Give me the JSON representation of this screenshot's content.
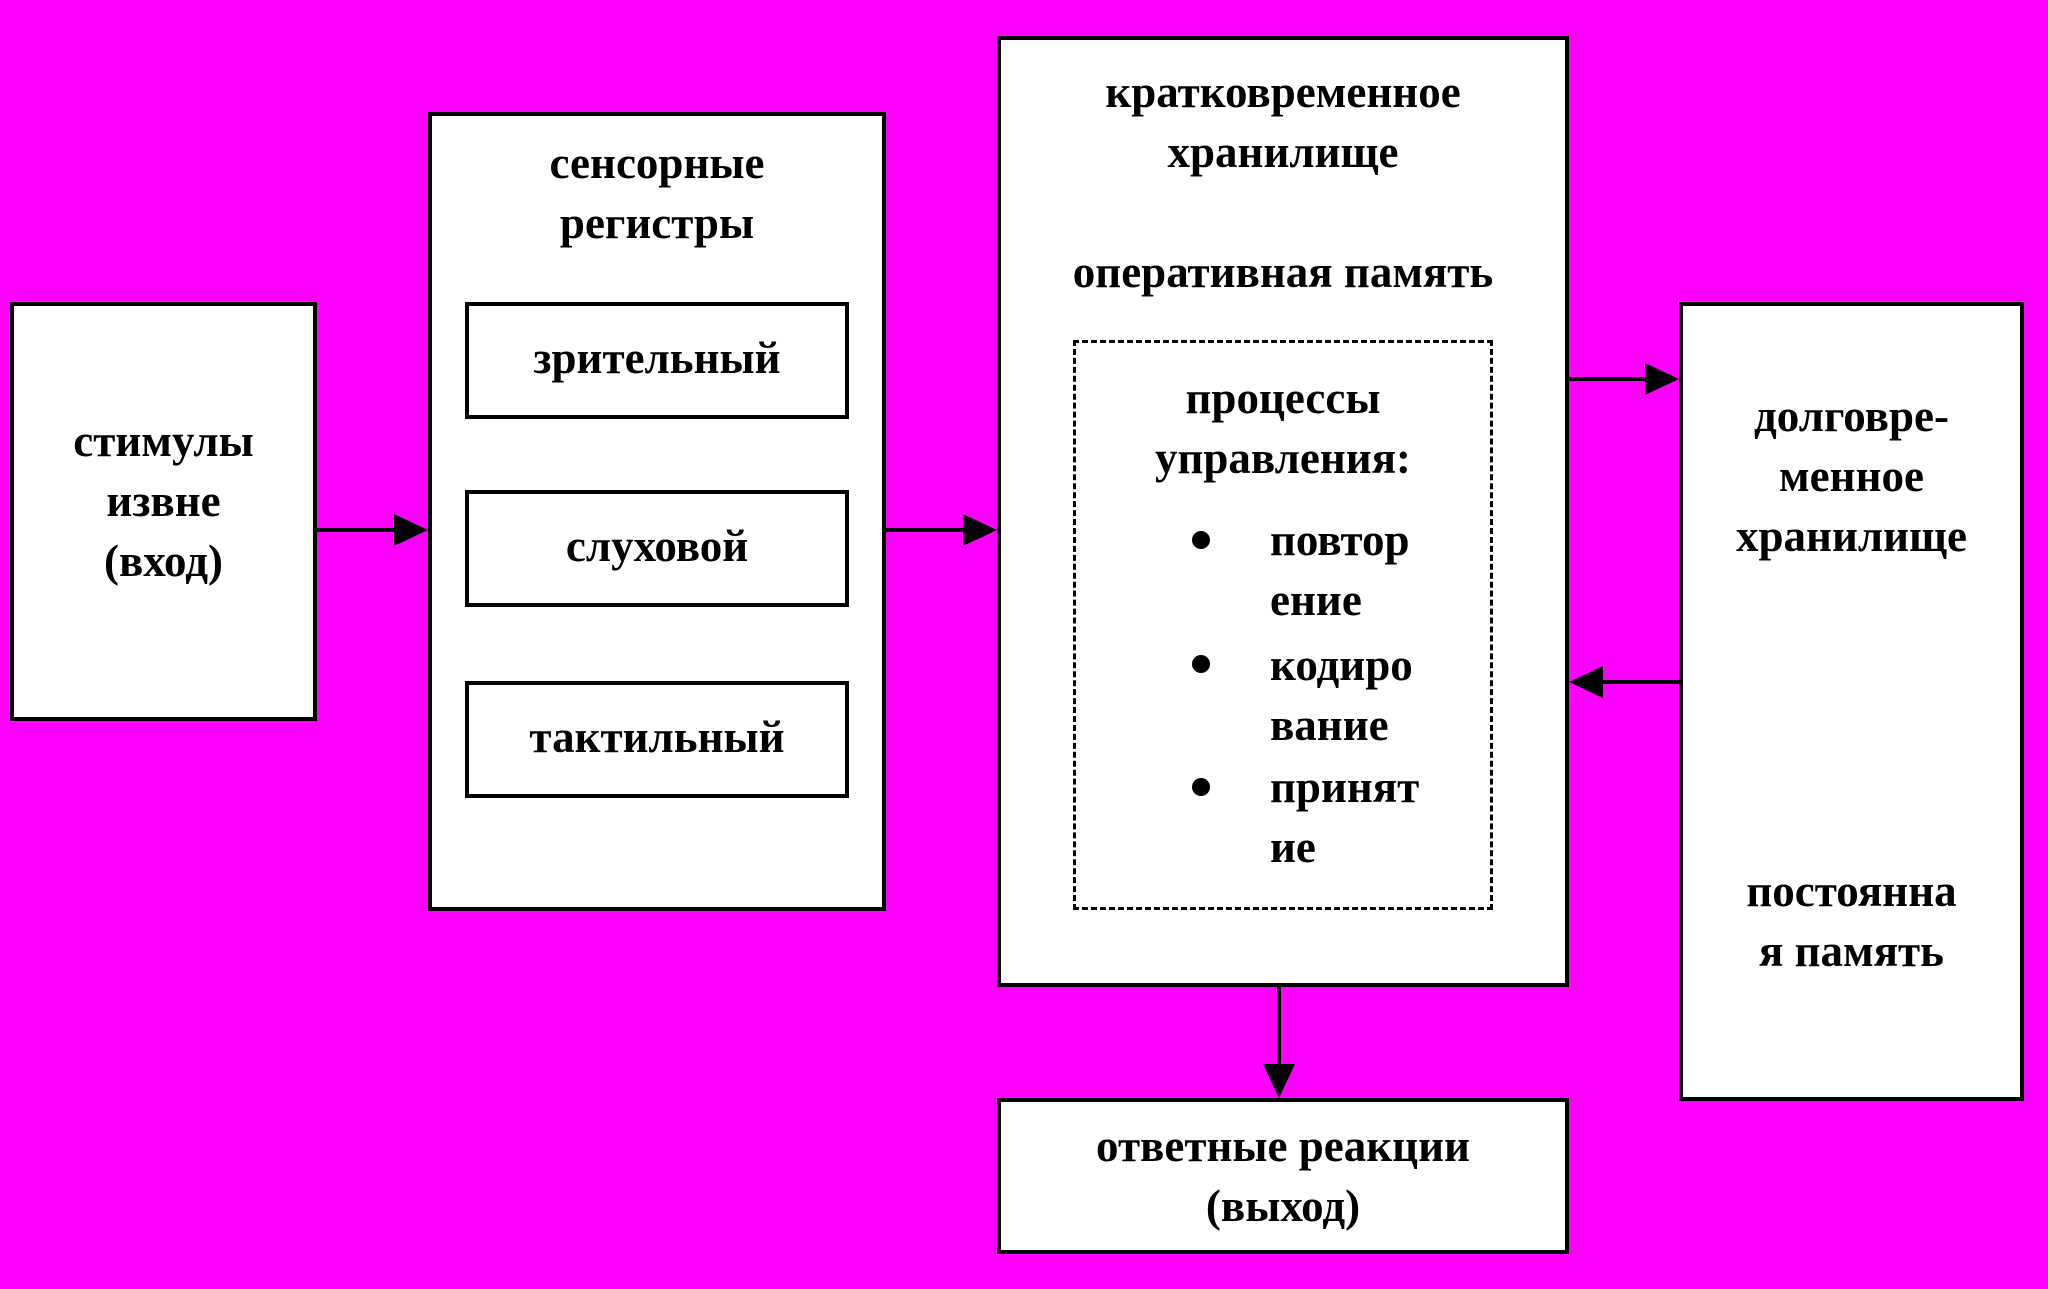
{
  "stimuli": {
    "label": "стимулы\nизвне\n(вход)"
  },
  "sensory": {
    "title": "сенсорные\nрегистры",
    "channels": [
      "зрительный",
      "слуховой",
      "тактильный"
    ]
  },
  "short_term": {
    "title": "кратковременное\nхранилище",
    "subtitle": "оперативная память",
    "control_title": "процессы\nуправления:",
    "processes": [
      "повтор\nение",
      "кодиро\nвание",
      "принят\nие"
    ]
  },
  "long_term": {
    "title": "долговре-\nменное\nхранилище",
    "subtitle": "постоянна\nя память"
  },
  "output": {
    "label": "ответные реакции\n(выход)"
  },
  "colors": {
    "background": "#ff00ff",
    "box": "#ffffff",
    "line": "#000000"
  }
}
